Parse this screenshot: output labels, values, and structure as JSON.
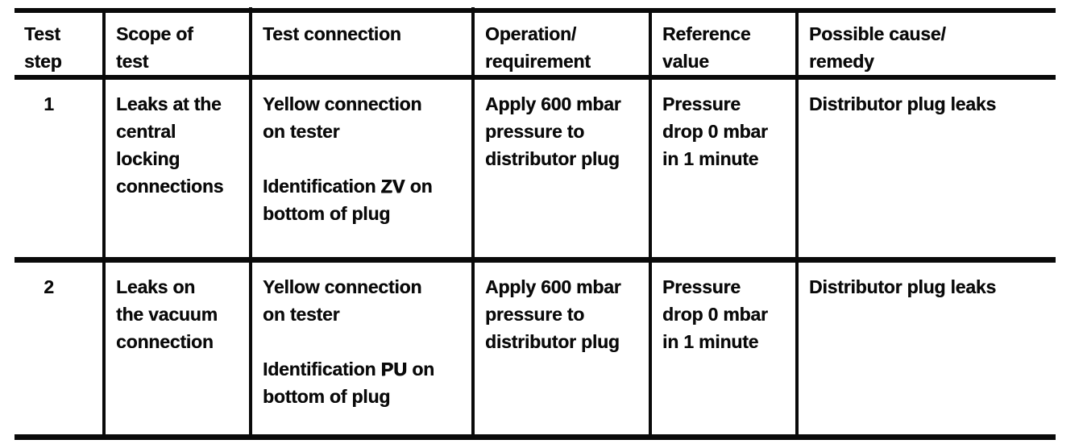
{
  "table": {
    "headers": [
      {
        "id": "test-step",
        "lines": [
          "Test",
          "step"
        ]
      },
      {
        "id": "scope-of-test",
        "lines": [
          "Scope of",
          "test"
        ]
      },
      {
        "id": "test-connection",
        "lines": [
          "Test connection"
        ]
      },
      {
        "id": "operation",
        "lines": [
          "Operation/",
          "requirement"
        ]
      },
      {
        "id": "reference-value",
        "lines": [
          "Reference",
          "value"
        ]
      },
      {
        "id": "possible-cause",
        "lines": [
          "Possible cause/",
          "remedy"
        ]
      }
    ],
    "rows": [
      {
        "test_step": "1",
        "scope_of_test": {
          "lines": [
            "Leaks at the",
            "central",
            "locking",
            "connections"
          ]
        },
        "test_connection": {
          "para1": {
            "lines": [
              "Yellow connection",
              "on tester"
            ]
          },
          "para2": {
            "prefix": "Identification",
            "code": "ZV",
            "suffix": "on bottom of plug"
          }
        },
        "operation_requirement": {
          "lines": [
            "Apply 600 mbar",
            "pressure to",
            "distributor plug"
          ]
        },
        "reference_value": {
          "lines": [
            "Pressure",
            "drop 0 mbar",
            "in 1 minute"
          ]
        },
        "possible_cause_remedy": {
          "lines": [
            "Distributor plug leaks"
          ]
        }
      },
      {
        "test_step": "2",
        "scope_of_test": {
          "lines": [
            "Leaks on",
            "the vacuum",
            "connection"
          ]
        },
        "test_connection": {
          "para1": {
            "lines": [
              "Yellow connection",
              "on tester"
            ]
          },
          "para2": {
            "prefix": "Identification",
            "code": "PU",
            "suffix": "on bottom of plug"
          }
        },
        "operation_requirement": {
          "lines": [
            "Apply 600 mbar",
            "pressure to",
            "distributor plug"
          ]
        },
        "reference_value": {
          "lines": [
            "Pressure",
            "drop 0 mbar",
            "in 1 minute"
          ]
        },
        "possible_cause_remedy": {
          "lines": [
            "Distributor plug leaks"
          ]
        }
      }
    ],
    "ink_color": "#0a0a0a",
    "paper_color": "#ffffff"
  }
}
